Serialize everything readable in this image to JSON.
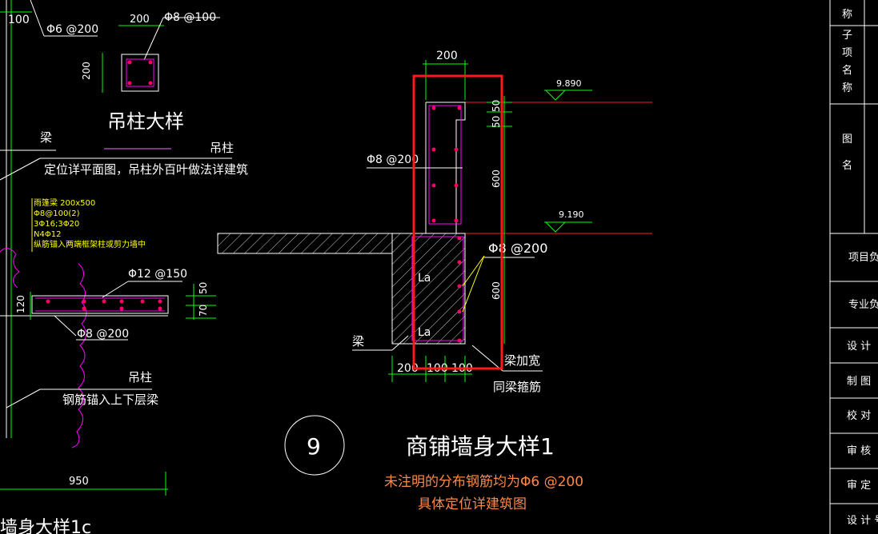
{
  "colors": {
    "background": "#000000",
    "text_white": "#ffffff",
    "text_yellow": "#ffff00",
    "text_orange": "#ff8844",
    "dimension_green": "#00ff00",
    "highlight_red": "#ff2020",
    "rebar_dots": "#ff0066"
  },
  "left_drawing": {
    "dim_100": "100",
    "label_phi6_200": "Φ6 @200",
    "dim_200_top": "200",
    "label_phi8_100": "Φ8 @100",
    "dim_200_side": "200",
    "hanging_column_title": "吊柱大样",
    "label_beam": "梁",
    "label_hanging_column": "吊柱",
    "note_location": "定位详平面图，吊柱外百叶做法详建筑",
    "yellow_notes": [
      "雨篷梁 200x500",
      "Φ8@100(2)",
      "3Φ16;3Φ20",
      "N4Φ12",
      "纵筋锚入两端框架柱或剪力墙中"
    ],
    "label_phi12_150": "Φ12 @150",
    "dim_50": "50",
    "dim_120": "120",
    "dim_70": "70",
    "label_phi8_200": "Φ8 @200",
    "label_hanging_column_2": "吊柱",
    "note_anchor": "钢筋锚入上下层梁",
    "dim_950": "950",
    "bottom_title_partial": "墙身大样1c"
  },
  "main_drawing": {
    "dim_top_200": "200",
    "elev_top": "9.890",
    "dim_50a": "50",
    "dim_50b": "50",
    "label_phi8_200_left": "Φ8 @200",
    "dim_600_upper": "600",
    "elev_mid": "9.190",
    "label_phi8_200_right": "Φ8 @200",
    "label_La_upper": "La",
    "dim_600_lower": "600",
    "label_La_lower": "La",
    "label_beam": "梁",
    "label_beam_widen": "梁加宽",
    "label_same_stirrup": "同梁箍筋",
    "dim_bottom": [
      "200",
      "100",
      "100"
    ],
    "detail_number": "9",
    "detail_title": "商铺墙身大样1",
    "note_line1": "未注明的分布钢筋均为Φ6 @200",
    "note_line2": "具体定位详建筑图"
  },
  "title_block": {
    "rows": [
      "称",
      "子\n项\n名\n称",
      "图\n\n名",
      "项目负责",
      "专业负责",
      "设  计",
      "制  图",
      "校  对",
      "审  核",
      "审  定",
      "设 计 号"
    ]
  }
}
